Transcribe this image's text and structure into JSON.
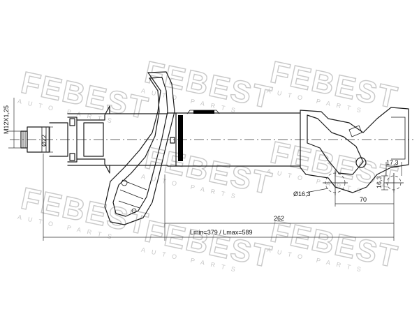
{
  "watermark": {
    "brand": "FEBEST",
    "tagline": "AUTO PARTS"
  },
  "dimensions": {
    "thread": "M12X1,25",
    "rod_diameter": "Ø22",
    "hole_diameter": "Ø16,3",
    "slot_width": "17,3",
    "slot_height": "16,3",
    "hole_offset": "70",
    "spring_seat_to_hole": "262",
    "length_range": "Lmin=379 / Lmax=589"
  }
}
